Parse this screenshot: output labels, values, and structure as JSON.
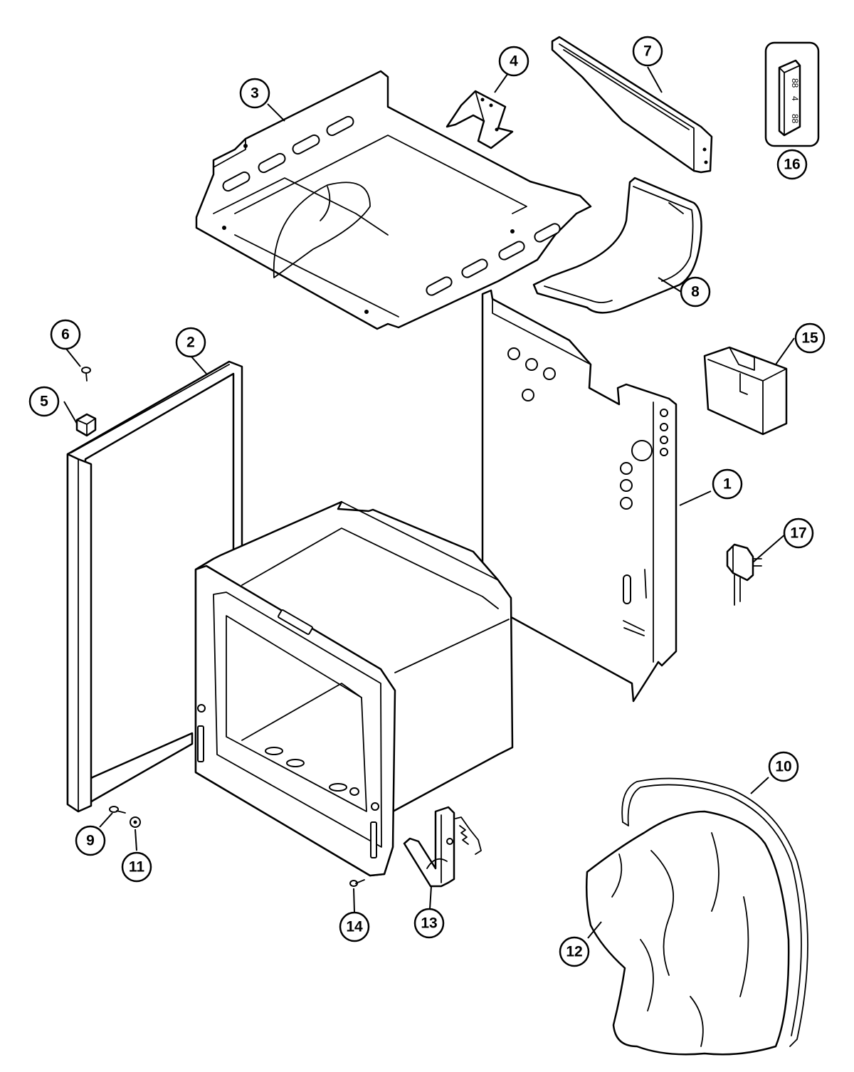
{
  "callouts": [
    {
      "id": "c1",
      "label": "1"
    },
    {
      "id": "c2",
      "label": "2"
    },
    {
      "id": "c3",
      "label": "3"
    },
    {
      "id": "c4",
      "label": "4"
    },
    {
      "id": "c5",
      "label": "5"
    },
    {
      "id": "c6",
      "label": "6"
    },
    {
      "id": "c7",
      "label": "7"
    },
    {
      "id": "c8",
      "label": "8"
    },
    {
      "id": "c9",
      "label": "9"
    },
    {
      "id": "c10",
      "label": "10"
    },
    {
      "id": "c11",
      "label": "11"
    },
    {
      "id": "c12",
      "label": "12"
    },
    {
      "id": "c13",
      "label": "13"
    },
    {
      "id": "c14",
      "label": "14"
    },
    {
      "id": "c15",
      "label": "15"
    },
    {
      "id": "c16",
      "label": "16"
    },
    {
      "id": "c17",
      "label": "17"
    }
  ]
}
